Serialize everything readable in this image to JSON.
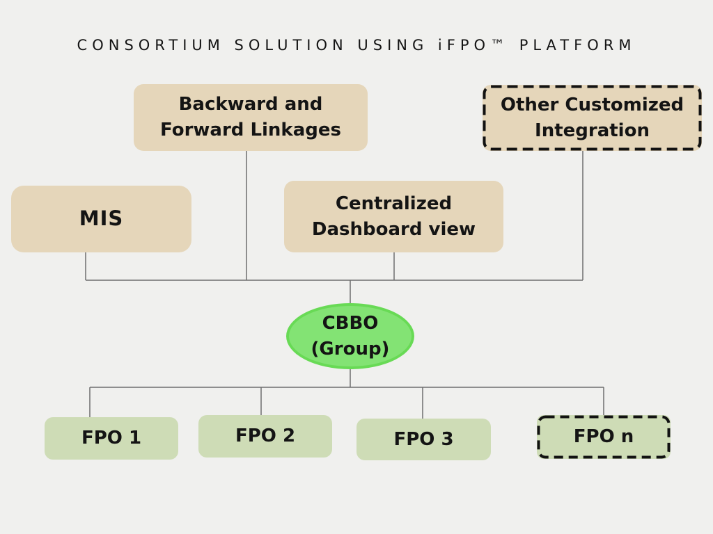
{
  "title": "CONSORTIUM SOLUTION USING iFPO™ PLATFORM",
  "colors": {
    "background": "#f0f0ee",
    "tan": "#e5d6ba",
    "sage": "#cedcb6",
    "green_fill": "#83e374",
    "green_border": "#68da55",
    "line": "#6e6e6e",
    "dash": "#121212",
    "text": "#141414"
  },
  "nodes": {
    "backward": {
      "label": "Backward and\nForward Linkages"
    },
    "other": {
      "label": "Other Customized\nIntegration"
    },
    "mis": {
      "label": "MIS"
    },
    "centralized": {
      "label": "Centralized\nDashboard view"
    },
    "cbbo": {
      "label": "CBBO\n(Group)"
    },
    "fpo1": {
      "label": "FPO 1"
    },
    "fpo2": {
      "label": "FPO 2"
    },
    "fpo3": {
      "label": "FPO 3"
    },
    "fpon": {
      "label": "FPO n"
    }
  }
}
